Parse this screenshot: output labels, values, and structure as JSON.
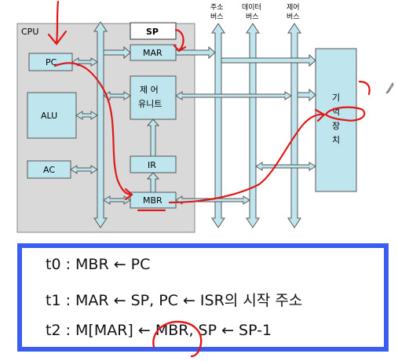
{
  "diagram": {
    "cpu_label": "CPU",
    "pc": "PC",
    "alu": "ALU",
    "ac": "AC",
    "sp": "SP",
    "mar": "MAR",
    "control_unit_line1": "제 어",
    "control_unit_line2": "유니트",
    "ir": "IR",
    "mbr": "MBR",
    "address_bus_line1": "주소",
    "address_bus_line2": "버스",
    "data_bus_line1": "데이터",
    "data_bus_line2": "버스",
    "control_bus_line1": "제어",
    "control_bus_line2": "버스",
    "memory": [
      "기",
      "억",
      "장",
      "치"
    ]
  },
  "steps": {
    "t0": "t0 :  MBR ← PC",
    "t1": "t1 :  MAR ← SP,  PC ← ISR의 시작 주소",
    "t2": "t2 :  M[MAR] ← MBR, SP ← SP-1"
  },
  "colors": {
    "bus_fill": "#bfe6ee",
    "cpu_fill": "#d9d9d9",
    "annotation": "#e01818",
    "frame": "#3b5df0"
  }
}
